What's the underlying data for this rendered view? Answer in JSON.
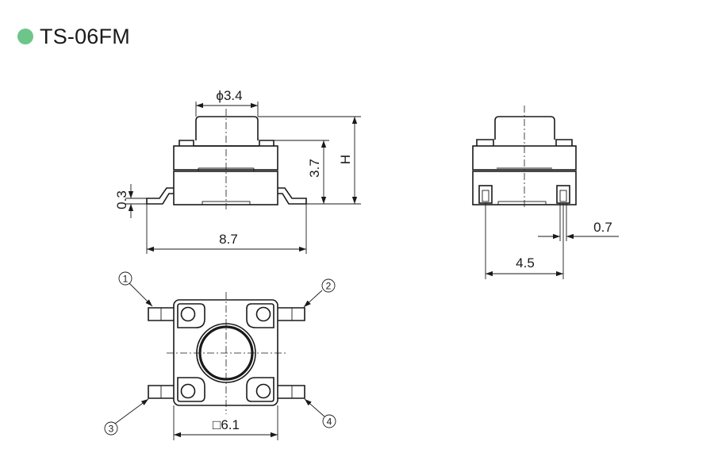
{
  "header": {
    "title": "TS-06FM",
    "dot_color": "#6dc58a"
  },
  "dimensions": {
    "phi": "ϕ3.4",
    "height_body": "3.7",
    "height_total": "H",
    "terminal_thickness": "0.3",
    "width_overall": "8.7",
    "pin_width": "0.7",
    "pin_pitch": "4.5",
    "body_square": "□6.1"
  },
  "pins": [
    "1",
    "2",
    "3",
    "4"
  ]
}
